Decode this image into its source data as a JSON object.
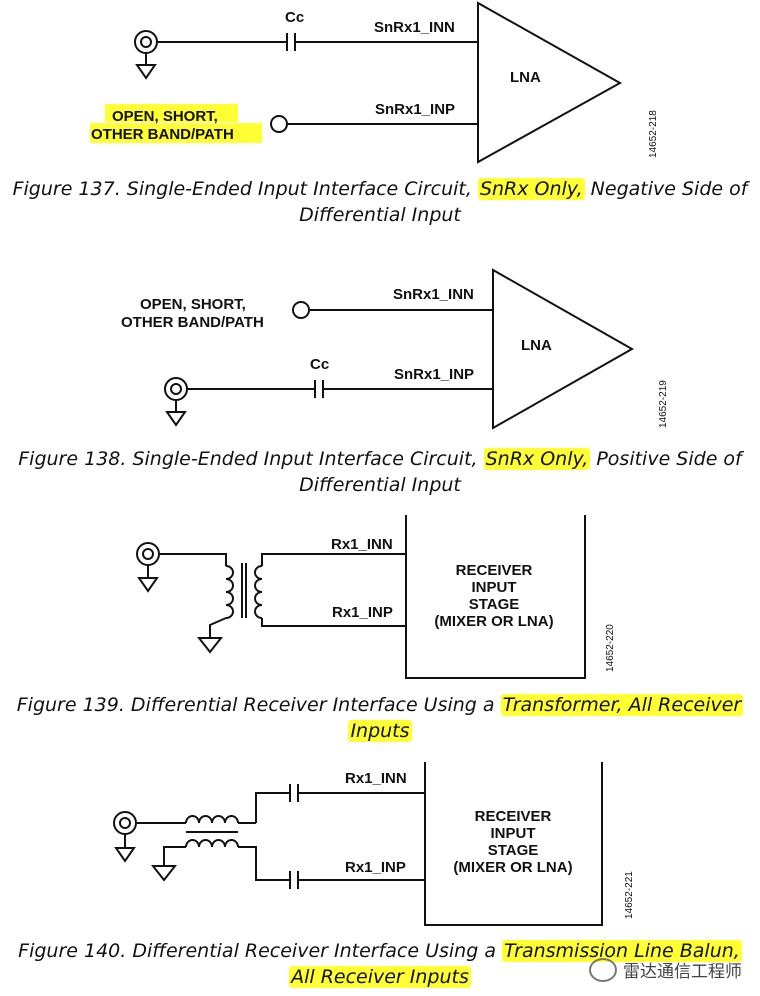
{
  "figures": [
    {
      "id": "fig137",
      "caption_pre": "Figure 137. Single-Ended Input Interface Circuit,",
      "caption_hl": "SnRx Only,",
      "caption_post": "Negative Side of",
      "caption_line2": "Differential Input",
      "labels": {
        "cap": "Cc",
        "inn": "SnRx1_INN",
        "inp": "SnRx1_INP",
        "amp": "LNA",
        "open1": "OPEN, SHORT,",
        "open2": "OTHER BAND/PATH",
        "code": "14652-218"
      }
    },
    {
      "id": "fig138",
      "caption_pre": "Figure 138. Single-Ended Input Interface Circuit,",
      "caption_hl": "SnRx Only,",
      "caption_post": "Positive Side of",
      "caption_line2": "Differential Input",
      "labels": {
        "cap": "Cc",
        "inn": "SnRx1_INN",
        "inp": "SnRx1_INP",
        "amp": "LNA",
        "open1": "OPEN, SHORT,",
        "open2": "OTHER BAND/PATH",
        "code": "14652-219"
      }
    },
    {
      "id": "fig139",
      "caption_pre": "Figure 139. Differential Receiver Interface Using a",
      "caption_hl": "Transformer, All Receiver",
      "caption_line2_hl": "Inputs",
      "labels": {
        "inn": "Rx1_INN",
        "inp": "Rx1_INP",
        "stage1": "RECEIVER",
        "stage2": "INPUT",
        "stage3": "STAGE",
        "stage4": "(MIXER OR LNA)",
        "code": "14652-220"
      }
    },
    {
      "id": "fig140",
      "caption_pre": "Figure 140. Differential Receiver Interface Using a",
      "caption_hl": "Transmission Line Balun,",
      "caption_line2_hl": "All Receiver Inputs",
      "labels": {
        "inn": "Rx1_INN",
        "inp": "Rx1_INP",
        "stage1": "RECEIVER",
        "stage2": "INPUT",
        "stage3": "STAGE",
        "stage4": "(MIXER OR LNA)",
        "code": "14652-221"
      }
    }
  ],
  "watermark": "雷达通信工程师",
  "colors": {
    "highlight": "#ffff33",
    "ink": "#111111"
  }
}
